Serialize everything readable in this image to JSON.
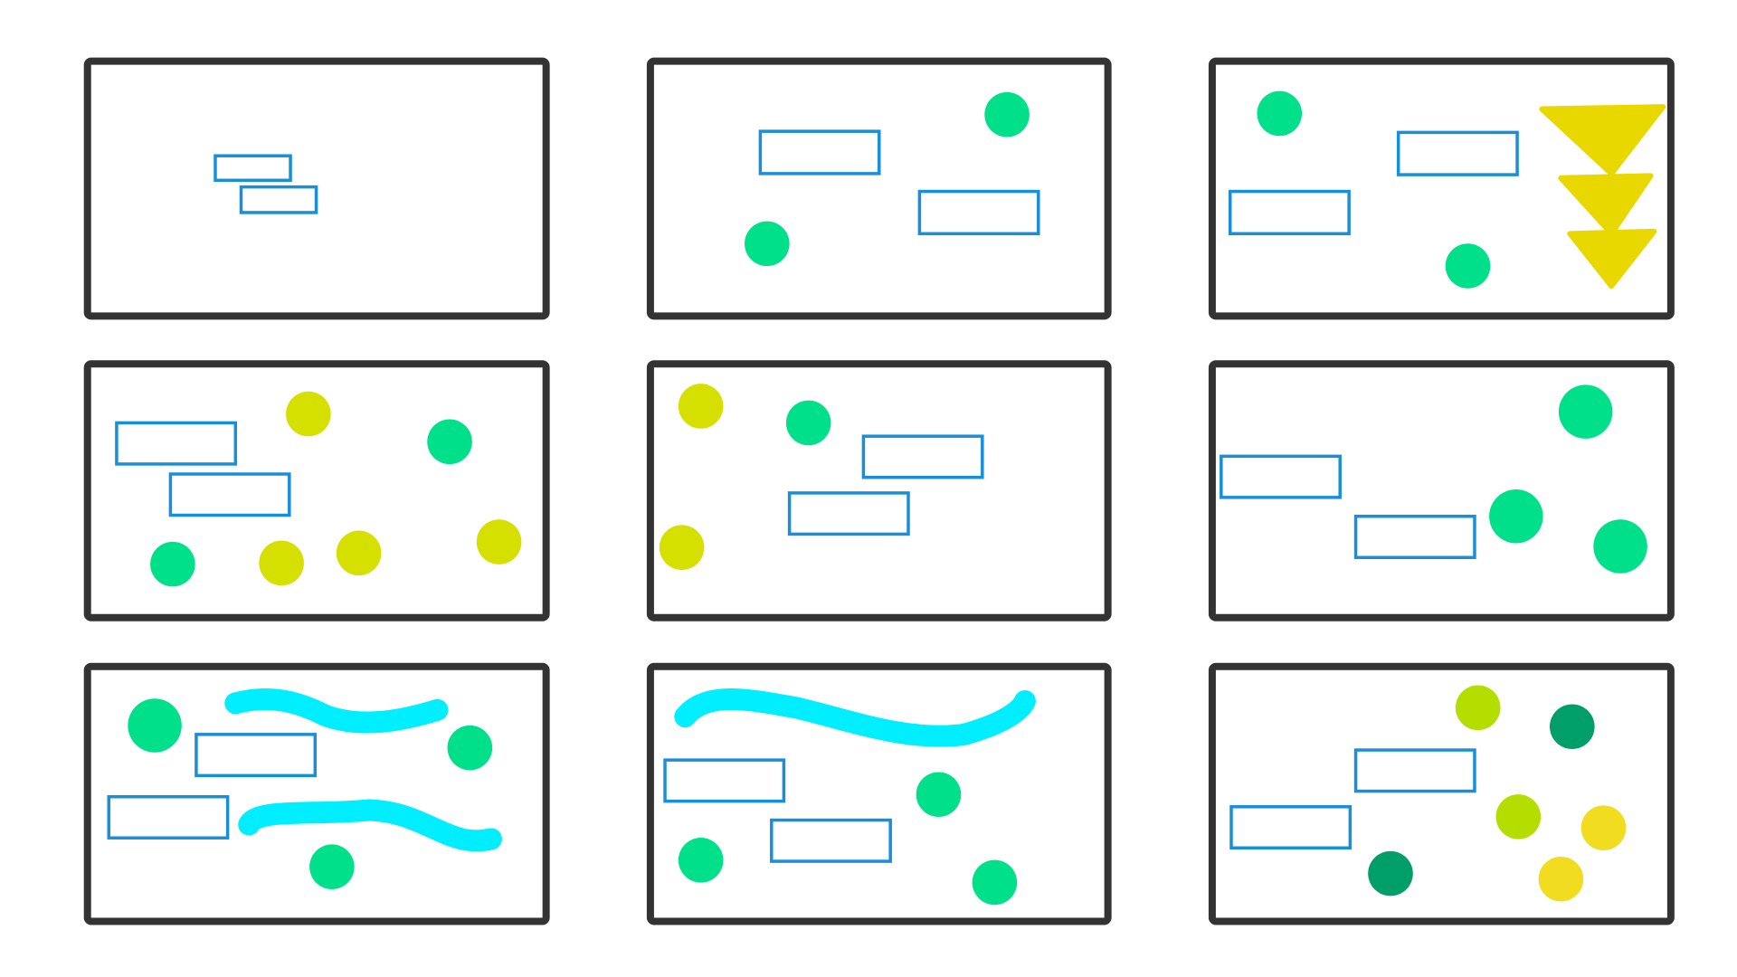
{
  "colors": {
    "frame": "#333333",
    "rect_stroke": "#1a8fd9",
    "green": "#00e08a",
    "dark_green": "#009e68",
    "yellow_green": "#d6e000",
    "lime": "#b4de00",
    "yellow": "#f2dc1f",
    "triangle": "#e8d800",
    "cyan": "#00eeff",
    "background": "#ffffff"
  },
  "panels": [
    {
      "id": "panel-1",
      "rects": 2,
      "circles": [],
      "strokes": 0,
      "triangles": 0
    },
    {
      "id": "panel-2",
      "rects": 2,
      "circles": [
        "green",
        "green"
      ],
      "strokes": 0,
      "triangles": 0
    },
    {
      "id": "panel-3",
      "rects": 2,
      "circles": [
        "green",
        "green"
      ],
      "strokes": 0,
      "triangles": 3
    },
    {
      "id": "panel-4",
      "rects": 2,
      "circles": [
        "yellow_green",
        "green",
        "green",
        "yellow_green",
        "yellow_green",
        "yellow_green"
      ],
      "strokes": 0,
      "triangles": 0
    },
    {
      "id": "panel-5",
      "rects": 2,
      "circles": [
        "yellow_green",
        "green",
        "yellow_green"
      ],
      "strokes": 0,
      "triangles": 0
    },
    {
      "id": "panel-6",
      "rects": 2,
      "circles": [
        "green",
        "green",
        "green"
      ],
      "strokes": 0,
      "triangles": 0
    },
    {
      "id": "panel-7",
      "rects": 2,
      "circles": [
        "green",
        "green",
        "green"
      ],
      "strokes": 2,
      "triangles": 0
    },
    {
      "id": "panel-8",
      "rects": 2,
      "circles": [
        "green",
        "green",
        "green"
      ],
      "strokes": 1,
      "triangles": 0
    },
    {
      "id": "panel-9",
      "rects": 2,
      "circles": [
        "lime",
        "dark_green",
        "lime",
        "yellow",
        "dark_green",
        "yellow"
      ],
      "strokes": 0,
      "triangles": 0
    }
  ]
}
